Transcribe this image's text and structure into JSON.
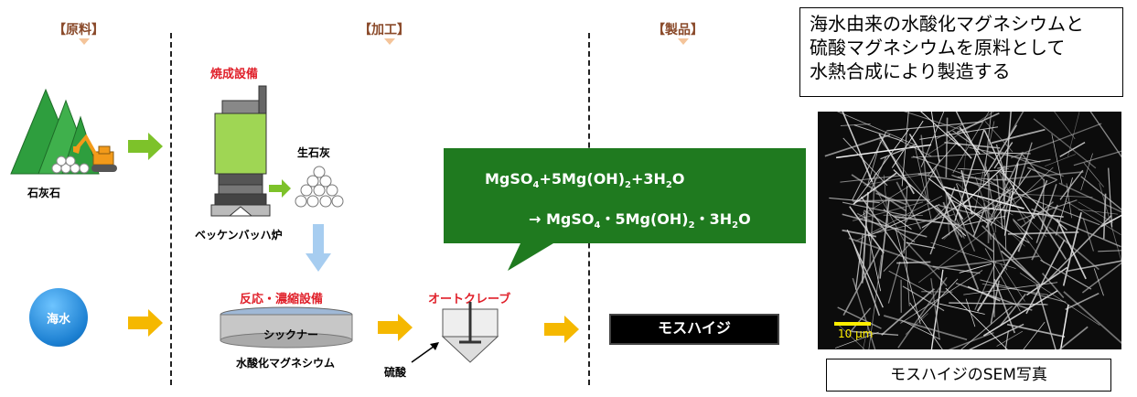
{
  "sections": {
    "raw": "【原料】",
    "process": "【加工】",
    "product": "【製品】"
  },
  "raw_materials": {
    "limestone": "石灰石",
    "seawater": "海水"
  },
  "calcination": {
    "title": "焼成設備",
    "furnace": "ベッケンバッハ炉",
    "output": "生石灰"
  },
  "reaction": {
    "title": "反応・濃縮設備",
    "tank": "シックナー",
    "output": "水酸化マグネシウム"
  },
  "autoclave": {
    "title": "オートクレーブ",
    "input": "硫酸"
  },
  "equation": {
    "line1_parts": [
      "MgSO",
      "4",
      "+5Mg(OH)",
      "2",
      "+3H",
      "2",
      "O"
    ],
    "line2_parts": [
      "→ MgSO",
      "4",
      "・5Mg(OH)",
      "2",
      "・3H",
      "2",
      "O"
    ]
  },
  "product_name": "モスハイジ",
  "note": {
    "line1": "海水由来の水酸化マグネシウムと",
    "line2": "硫酸マグネシウムを原料として",
    "line3": "水熱合成により製造する"
  },
  "sem": {
    "scale_label": "10 μm",
    "caption": "モスハイジのSEM写真"
  },
  "colors": {
    "green_arrow": "#7dc22a",
    "yellow_arrow": "#f5b800",
    "bubble": "#1f7a1f",
    "section_label": "#8a4a2a",
    "red_title": "#e0202a",
    "blue_circle": "#1b7fd1",
    "scale_bar": "#ffee00"
  }
}
